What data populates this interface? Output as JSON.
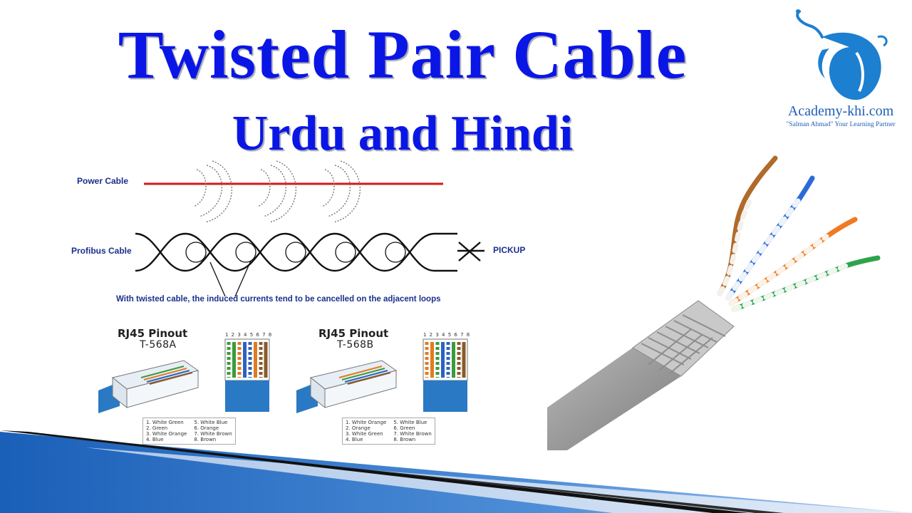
{
  "title": "Twisted Pair Cable",
  "subtitle": "Urdu and Hindi",
  "brand": {
    "name": "Academy-khi.com",
    "tagline": "\"Salman Ahmad\" Your Learning Partner"
  },
  "diagram": {
    "power_label": "Power Cable",
    "profibus_label": "Profibus Cable",
    "pickup_label": "PICKUP",
    "caption": "With twisted cable, the induced currents tend to be cancelled on the adjacent loops"
  },
  "pinouts": [
    {
      "title": "RJ45 Pinout",
      "standard": "T-568A",
      "pin_numbers": "1 2 3 4 5 6 7 8",
      "legend_left": [
        "1. White Green",
        "2. Green",
        "3. White Orange",
        "4. Blue"
      ],
      "legend_right": [
        "5. White Blue",
        "6. Orange",
        "7. White Brown",
        "8. Brown"
      ]
    },
    {
      "title": "RJ45 Pinout",
      "standard": "T-568B",
      "pin_numbers": "1 2 3 4 5 6 7 8",
      "legend_left": [
        "1. White Orange",
        "2. Orange",
        "3. White Green",
        "4. Blue"
      ],
      "legend_right": [
        "5. White Blue",
        "6. Green",
        "7. White Brown",
        "8. Brown"
      ]
    }
  ],
  "colors": {
    "title": "#0a16e6",
    "power_line": "#d81818",
    "label": "#1c2f8c",
    "brand": "#1d5fb4",
    "banner": "#1a5fb8"
  }
}
